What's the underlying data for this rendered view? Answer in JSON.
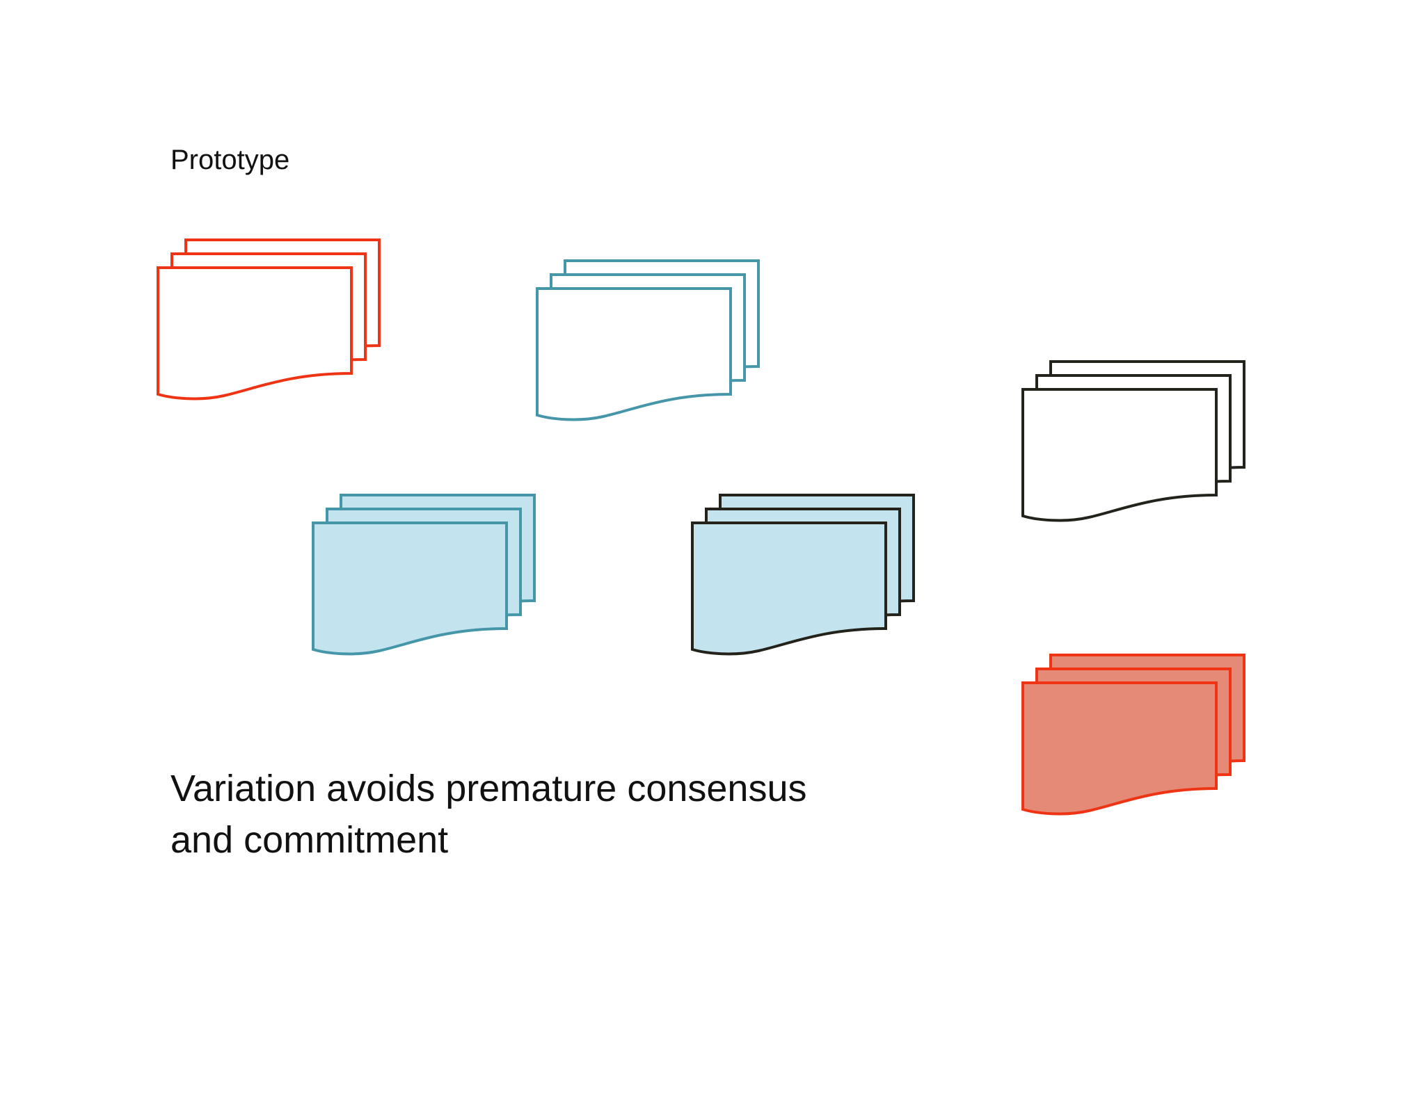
{
  "slide": {
    "title": "Prototype",
    "caption_lines": [
      "Variation avoids premature consensus",
      "and commitment"
    ]
  },
  "document_stacks": [
    {
      "id": "red-outline",
      "stroke": "#ee3414",
      "fill": "#ffffff"
    },
    {
      "id": "teal-outline",
      "stroke": "#4496a8",
      "fill": "#ffffff"
    },
    {
      "id": "black-outline",
      "stroke": "#23231c",
      "fill": "#ffffff"
    },
    {
      "id": "teal-filled",
      "stroke": "#4496a8",
      "fill": "#c3e3ee"
    },
    {
      "id": "black-filled",
      "stroke": "#23231c",
      "fill": "#c3e3ee"
    },
    {
      "id": "red-filled",
      "stroke": "#ee3414",
      "fill": "#e68a78"
    }
  ]
}
